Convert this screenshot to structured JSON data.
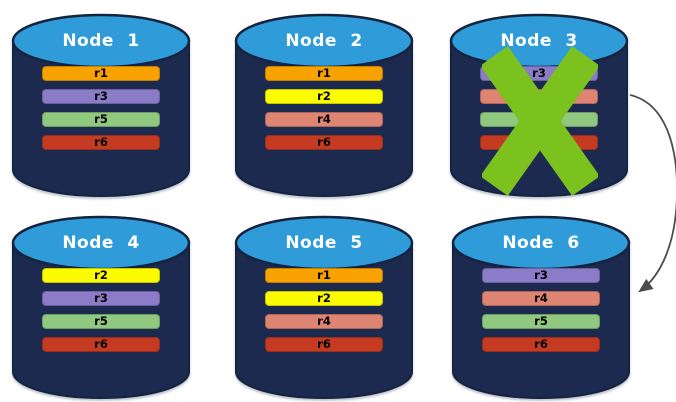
{
  "palette": {
    "background": "#FFFFFF",
    "cylinder_body": "#1B2A4E",
    "cylinder_top": "#2F9CD9",
    "cylinder_outline": "#142440",
    "title_text": "#FFFFFF",
    "bar_text": "#000000",
    "arrow": "#4D4D4D"
  },
  "replica_colors": {
    "r1": "#F8A200",
    "r2": "#FCFC00",
    "r3": "#8B7CC8",
    "r4": "#DD8473",
    "r5": "#8FC87E",
    "r6": "#C43B22"
  },
  "nodes": [
    {
      "title": "Node 1",
      "bars": [
        {
          "label": "r1",
          "color": "#F8A200"
        },
        {
          "label": "r3",
          "color": "#8B7CC8"
        },
        {
          "label": "r5",
          "color": "#8FC87E"
        },
        {
          "label": "r6",
          "color": "#C43B22"
        }
      ]
    },
    {
      "title": "Node 2",
      "bars": [
        {
          "label": "r1",
          "color": "#F8A200"
        },
        {
          "label": "r2",
          "color": "#FCFC00"
        },
        {
          "label": "r4",
          "color": "#DD8473"
        },
        {
          "label": "r6",
          "color": "#C43B22"
        }
      ]
    },
    {
      "title": "Node 3",
      "bars": [
        {
          "label": "r3",
          "color": "#8B7CC8"
        },
        {
          "label": "",
          "color": "#DD8473"
        },
        {
          "label": "",
          "color": "#8FC87E"
        },
        {
          "label": "",
          "color": "#C43B22"
        }
      ]
    },
    {
      "title": "Node 4",
      "bars": [
        {
          "label": "r2",
          "color": "#FCFC00"
        },
        {
          "label": "r3",
          "color": "#8B7CC8"
        },
        {
          "label": "r5",
          "color": "#8FC87E"
        },
        {
          "label": "r6",
          "color": "#C43B22"
        }
      ]
    },
    {
      "title": "Node 5",
      "bars": [
        {
          "label": "r1",
          "color": "#F8A200"
        },
        {
          "label": "r2",
          "color": "#FCFC00"
        },
        {
          "label": "r4",
          "color": "#DD8473"
        },
        {
          "label": "r6",
          "color": "#C43B22"
        }
      ]
    },
    {
      "title": "Node 6",
      "bars": [
        {
          "label": "r3",
          "color": "#8B7CC8"
        },
        {
          "label": "r4",
          "color": "#DD8473"
        },
        {
          "label": "r5",
          "color": "#8FC87E"
        },
        {
          "label": "r6",
          "color": "#C43B22"
        }
      ]
    }
  ],
  "failure": {
    "color": "#7CC21E",
    "over_node": "Node 3"
  },
  "arrow": {
    "color": "#4D4D4D",
    "from": "Node 3",
    "to": "Node 6"
  }
}
